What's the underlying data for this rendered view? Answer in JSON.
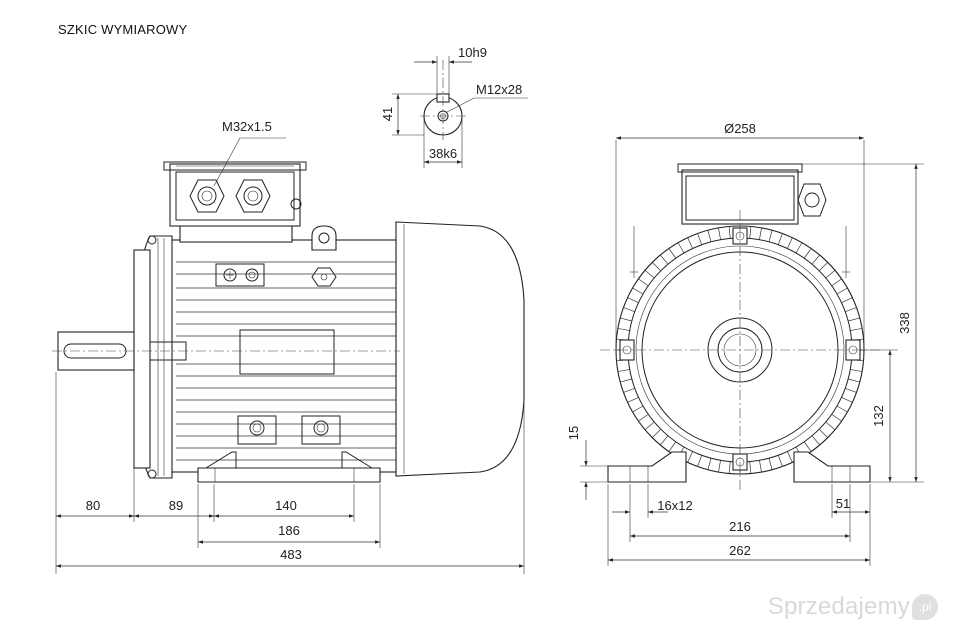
{
  "title": "SZKIC WYMIAROWY",
  "watermark": {
    "text": "Sprzedajemy",
    "badge": ".pl"
  },
  "labels": {
    "shaft_end_width": "10h9",
    "shaft_thread": "M12x28",
    "shaft_height": "41",
    "shaft_diameter": "38k6",
    "cable_gland": "M32x1.5",
    "frame_diameter": "Ø258",
    "overall_height": "338",
    "shaft_center_height": "132",
    "foot_thickness": "15",
    "shaft_length": "80",
    "shaft_to_foot": "89",
    "foot_hole_spacing_side": "140",
    "foot_length": "186",
    "overall_length": "483",
    "foot_slot": "16x12",
    "foot_hole_spacing_front": "216",
    "foot_width": "262",
    "foot_edge": "51"
  }
}
